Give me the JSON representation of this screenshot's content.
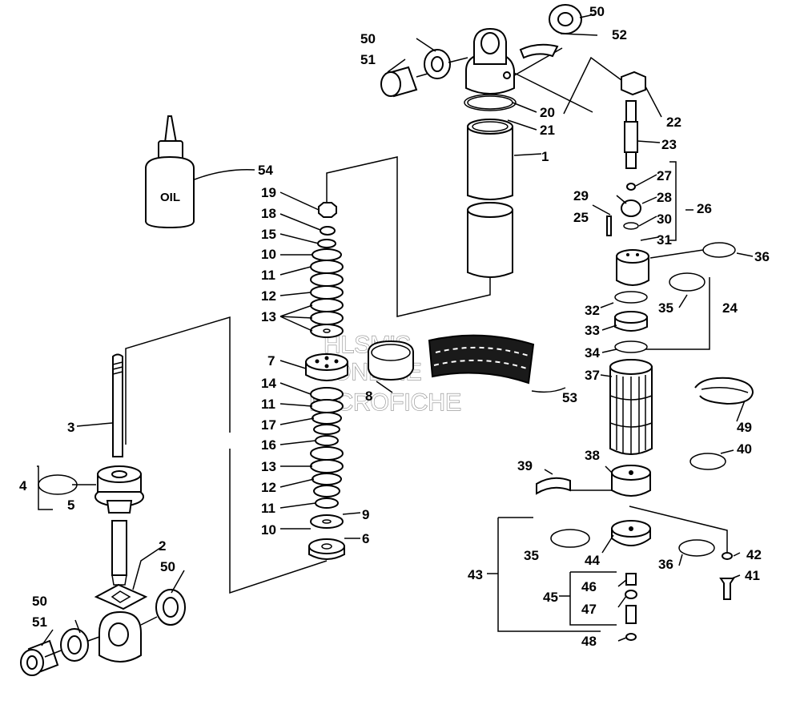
{
  "oil_bottle": {
    "label": "OIL"
  },
  "watermark": {
    "lines": [
      "HLSM'S",
      "ONLINE",
      "MICROFICHE"
    ]
  },
  "callouts": {
    "c1": "1",
    "c2": "2",
    "c3": "3",
    "c4": "4",
    "c5": "5",
    "c6": "6",
    "c7": "7",
    "c8": "8",
    "c9": "9",
    "c10a": "10",
    "c10b": "10",
    "c11a": "11",
    "c11b": "11",
    "c11c": "11",
    "c12a": "12",
    "c12b": "12",
    "c13a": "13",
    "c13b": "13",
    "c14": "14",
    "c15": "15",
    "c16": "16",
    "c17": "17",
    "c18": "18",
    "c19": "19",
    "c20": "20",
    "c21": "21",
    "c22": "22",
    "c23": "23",
    "c24": "24",
    "c25": "25",
    "c26": "26",
    "c27": "27",
    "c28": "28",
    "c29": "29",
    "c30": "30",
    "c31": "31",
    "c32": "32",
    "c33": "33",
    "c34": "34",
    "c35a": "35",
    "c35b": "35",
    "c36a": "36",
    "c36b": "36",
    "c37": "37",
    "c38": "38",
    "c39": "39",
    "c40": "40",
    "c41": "41",
    "c42": "42",
    "c43": "43",
    "c44": "44",
    "c45": "45",
    "c46": "46",
    "c47": "47",
    "c48": "48",
    "c49": "49",
    "c50a": "50",
    "c50b": "50",
    "c50c": "50",
    "c50d": "50",
    "c51a": "51",
    "c51b": "51",
    "c52": "52",
    "c53": "53",
    "c54": "54"
  }
}
